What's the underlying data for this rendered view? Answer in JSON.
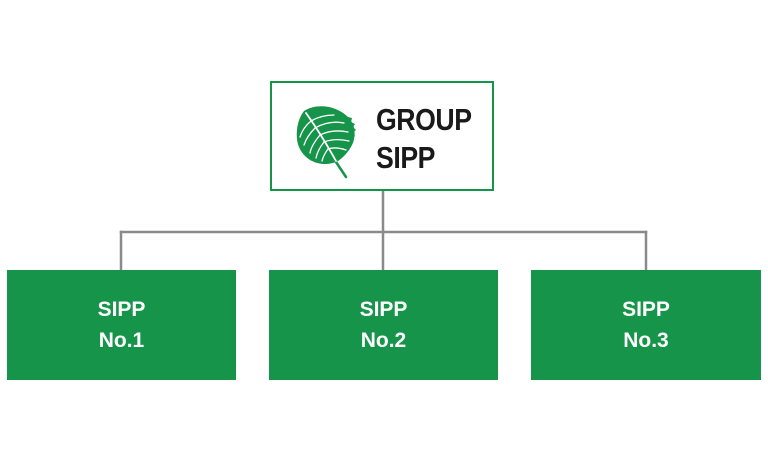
{
  "diagram": {
    "root": {
      "line1": "GROUP",
      "line2": "SIPP",
      "logo_icon": "birch-leaf-icon"
    },
    "children": [
      {
        "line1": "SIPP",
        "line2": "No.1"
      },
      {
        "line1": "SIPP",
        "line2": "No.2"
      },
      {
        "line1": "SIPP",
        "line2": "No.3"
      }
    ]
  },
  "colors": {
    "brand_green": "#16954a",
    "connector": "#8a8a8a",
    "title_text": "#1a1a1a",
    "box_text": "#ffffff"
  }
}
